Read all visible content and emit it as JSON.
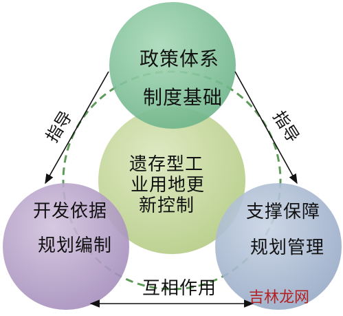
{
  "nodes": {
    "top": {
      "line1": "政策体系",
      "line2": "制度基础",
      "fill": "#7fbf96"
    },
    "left": {
      "line1": "开发依据",
      "line2": "规划编制",
      "fill": "#b8a3c8"
    },
    "right": {
      "line1": "支撑保障",
      "line2": "规划管理",
      "fill": "#a9b8d0"
    },
    "center": {
      "line1": "遗存型工",
      "line2": "业用地更",
      "line3": "新控制",
      "fill": "#c5d79c"
    }
  },
  "edges": {
    "left_arrow": {
      "label": "指导"
    },
    "right_arrow": {
      "label": "指导"
    },
    "bottom_arrow": {
      "label": "互相作用"
    }
  },
  "colors": {
    "dashed_ring": "#5f9a5a",
    "arrow": "#111111"
  },
  "watermark": {
    "text": "吉林龙网",
    "color": "#b22222"
  }
}
